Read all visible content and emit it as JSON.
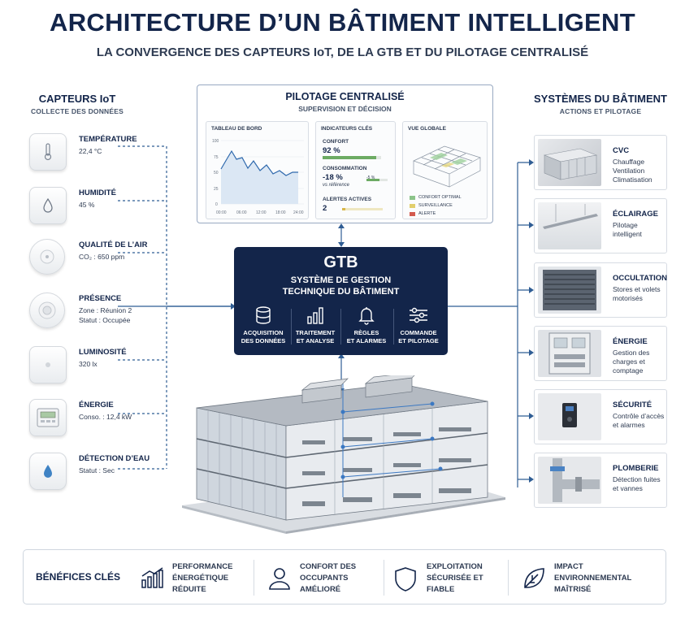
{
  "header": {
    "title": "ARCHITECTURE D’UN BÂTIMENT INTELLIGENT",
    "subtitle": "LA CONVERGENCE DES CAPTEURS IoT, DE LA GTB ET DU PILOTAGE CENTRALISÉ"
  },
  "sensors": {
    "title": "CAPTEURS IoT",
    "subtitle": "COLLECTE DES DONNÉES",
    "items": [
      {
        "name": "TEMPÉRATURE",
        "value": "22,4 °C",
        "icon": "thermometer-icon"
      },
      {
        "name": "HUMIDITÉ",
        "value": "45 %",
        "icon": "droplet-icon"
      },
      {
        "name": "QUALITÉ DE L’AIR",
        "value": "CO₂ : 650 ppm",
        "icon": "air-sensor-icon"
      },
      {
        "name": "PRÉSENCE",
        "value": "Zone : Réunion 2",
        "value2": "Statut : Occupée",
        "icon": "motion-sensor-icon"
      },
      {
        "name": "LUMINOSITÉ",
        "value": "320 lx",
        "icon": "light-sensor-icon"
      },
      {
        "name": "ÉNERGIE",
        "value": "Conso. : 12,4 kW",
        "icon": "energy-meter-icon"
      },
      {
        "name": "DÉTECTION D’EAU",
        "value": "Statut : Sec",
        "icon": "water-drop-icon"
      }
    ]
  },
  "pilotage": {
    "title": "PILOTAGE CENTRALISÉ",
    "subtitle": "SUPERVISION ET DÉCISION",
    "dashboard": {
      "title": "TABLEAU DE BORD",
      "y_ticks": [
        "100",
        "75",
        "50",
        "25",
        "0"
      ],
      "x_ticks": [
        "00:00",
        "06:00",
        "12:00",
        "18:00",
        "24:00"
      ]
    },
    "kpis": {
      "title": "INDICATEURS CLÉS",
      "confort_label": "CONFORT",
      "confort_value": "92 %",
      "confort_level": 0.92,
      "conso_label": "CONSOMMATION",
      "conso_value": "-18 %",
      "conso_sub": "vs référence",
      "conso_mini": "-5 %",
      "alertes_label": "ALERTES ACTIVES",
      "alertes_value": "2"
    },
    "vue": {
      "title": "VUE GLOBALE",
      "legend": [
        {
          "label": "CONFORT OPTIMAL",
          "color": "#8cc48a"
        },
        {
          "label": "SURVEILLANCE",
          "color": "#e2cf6d"
        },
        {
          "label": "ALERTE",
          "color": "#d35a4e"
        }
      ]
    }
  },
  "gtb": {
    "title": "GTB",
    "subtitle_line1": "SYSTÈME DE GESTION",
    "subtitle_line2": "TECHNIQUE DU BÂTIMENT",
    "steps": [
      {
        "l1": "ACQUISITION",
        "l2": "DES DONNÉES",
        "icon": "database-icon"
      },
      {
        "l1": "TRAITEMENT",
        "l2": "ET ANALYSE",
        "icon": "bar-chart-icon"
      },
      {
        "l1": "RÈGLES",
        "l2": "ET ALARMES",
        "icon": "bell-icon"
      },
      {
        "l1": "COMMANDE",
        "l2": "ET PILOTAGE",
        "icon": "sliders-icon"
      }
    ]
  },
  "systems": {
    "title": "SYSTÈMES DU BÂTIMENT",
    "subtitle": "ACTIONS ET PILOTAGE",
    "items": [
      {
        "name": "CVC",
        "desc": "Chauffage Ventilation Climatisation"
      },
      {
        "name": "ÉCLAIRAGE",
        "desc": "Pilotage intelligent"
      },
      {
        "name": "OCCULTATION",
        "desc": "Stores et volets motorisés"
      },
      {
        "name": "ÉNERGIE",
        "desc": "Gestion des charges et comptage"
      },
      {
        "name": "SÉCURITÉ",
        "desc": "Contrôle d’accès et alarmes"
      },
      {
        "name": "PLOMBERIE",
        "desc": "Détection fuites et vannes"
      }
    ]
  },
  "benefits": {
    "title": "BÉNÉFICES CLÉS",
    "items": [
      {
        "l1": "PERFORMANCE",
        "l2": "ÉNERGÉTIQUE",
        "l3": "RÉDUITE",
        "icon": "growth-chart-icon"
      },
      {
        "l1": "CONFORT DES",
        "l2": "OCCUPANTS",
        "l3": "AMÉLIORÉ",
        "icon": "person-icon"
      },
      {
        "l1": "EXPLOITATION",
        "l2": "SÉCURISÉE ET",
        "l3": "FIABLE",
        "icon": "shield-icon"
      },
      {
        "l1": "IMPACT",
        "l2": "ENVIRONNEMENTAL",
        "l3": "MAÎTRISÉ",
        "icon": "leaf-icon"
      }
    ]
  },
  "colors": {
    "navy": "#13254a",
    "accent_blue": "#2f5d94",
    "ok_green": "#6cab63",
    "alert_yellow": "#e2cf6d",
    "alert_red": "#d35a4e"
  }
}
